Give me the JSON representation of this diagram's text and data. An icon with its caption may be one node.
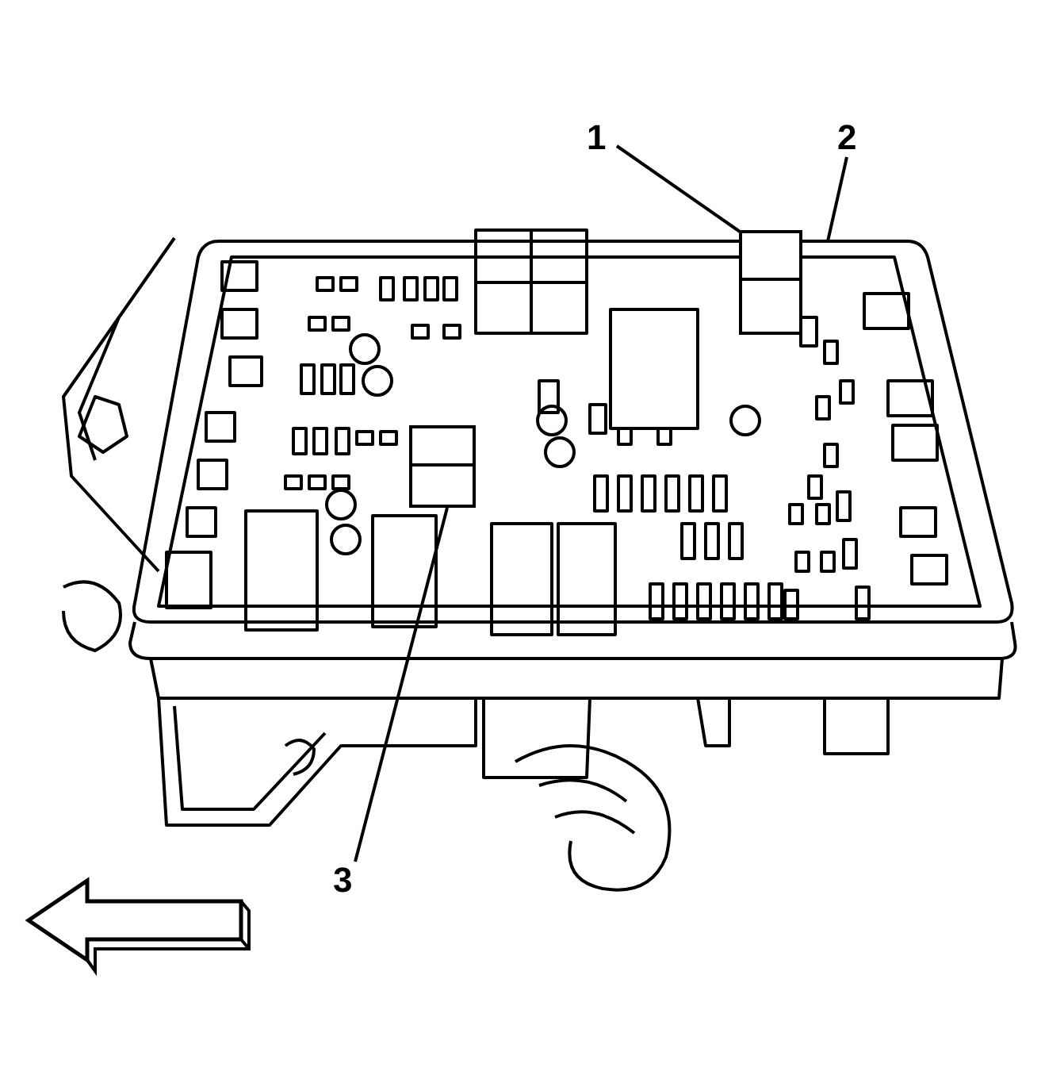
{
  "diagram": {
    "nodes": [
      {
        "text": [
          "1"
        ]
      },
      {
        "text": [],
        "shape": "box"
      },
      {
        "text": [
          "2"
        ]
      },
      {
        "text": [
          "3"
        ]
      },
      {
        "text": [],
        "shape": "box"
      }
    ],
    "edges": [
      {
        "from": 0,
        "to": 1,
        "arrow": "none"
      },
      {
        "from": 2,
        "to": null,
        "arrow": "none"
      },
      {
        "from": 3,
        "to": 4,
        "arrow": "none"
      }
    ]
  }
}
